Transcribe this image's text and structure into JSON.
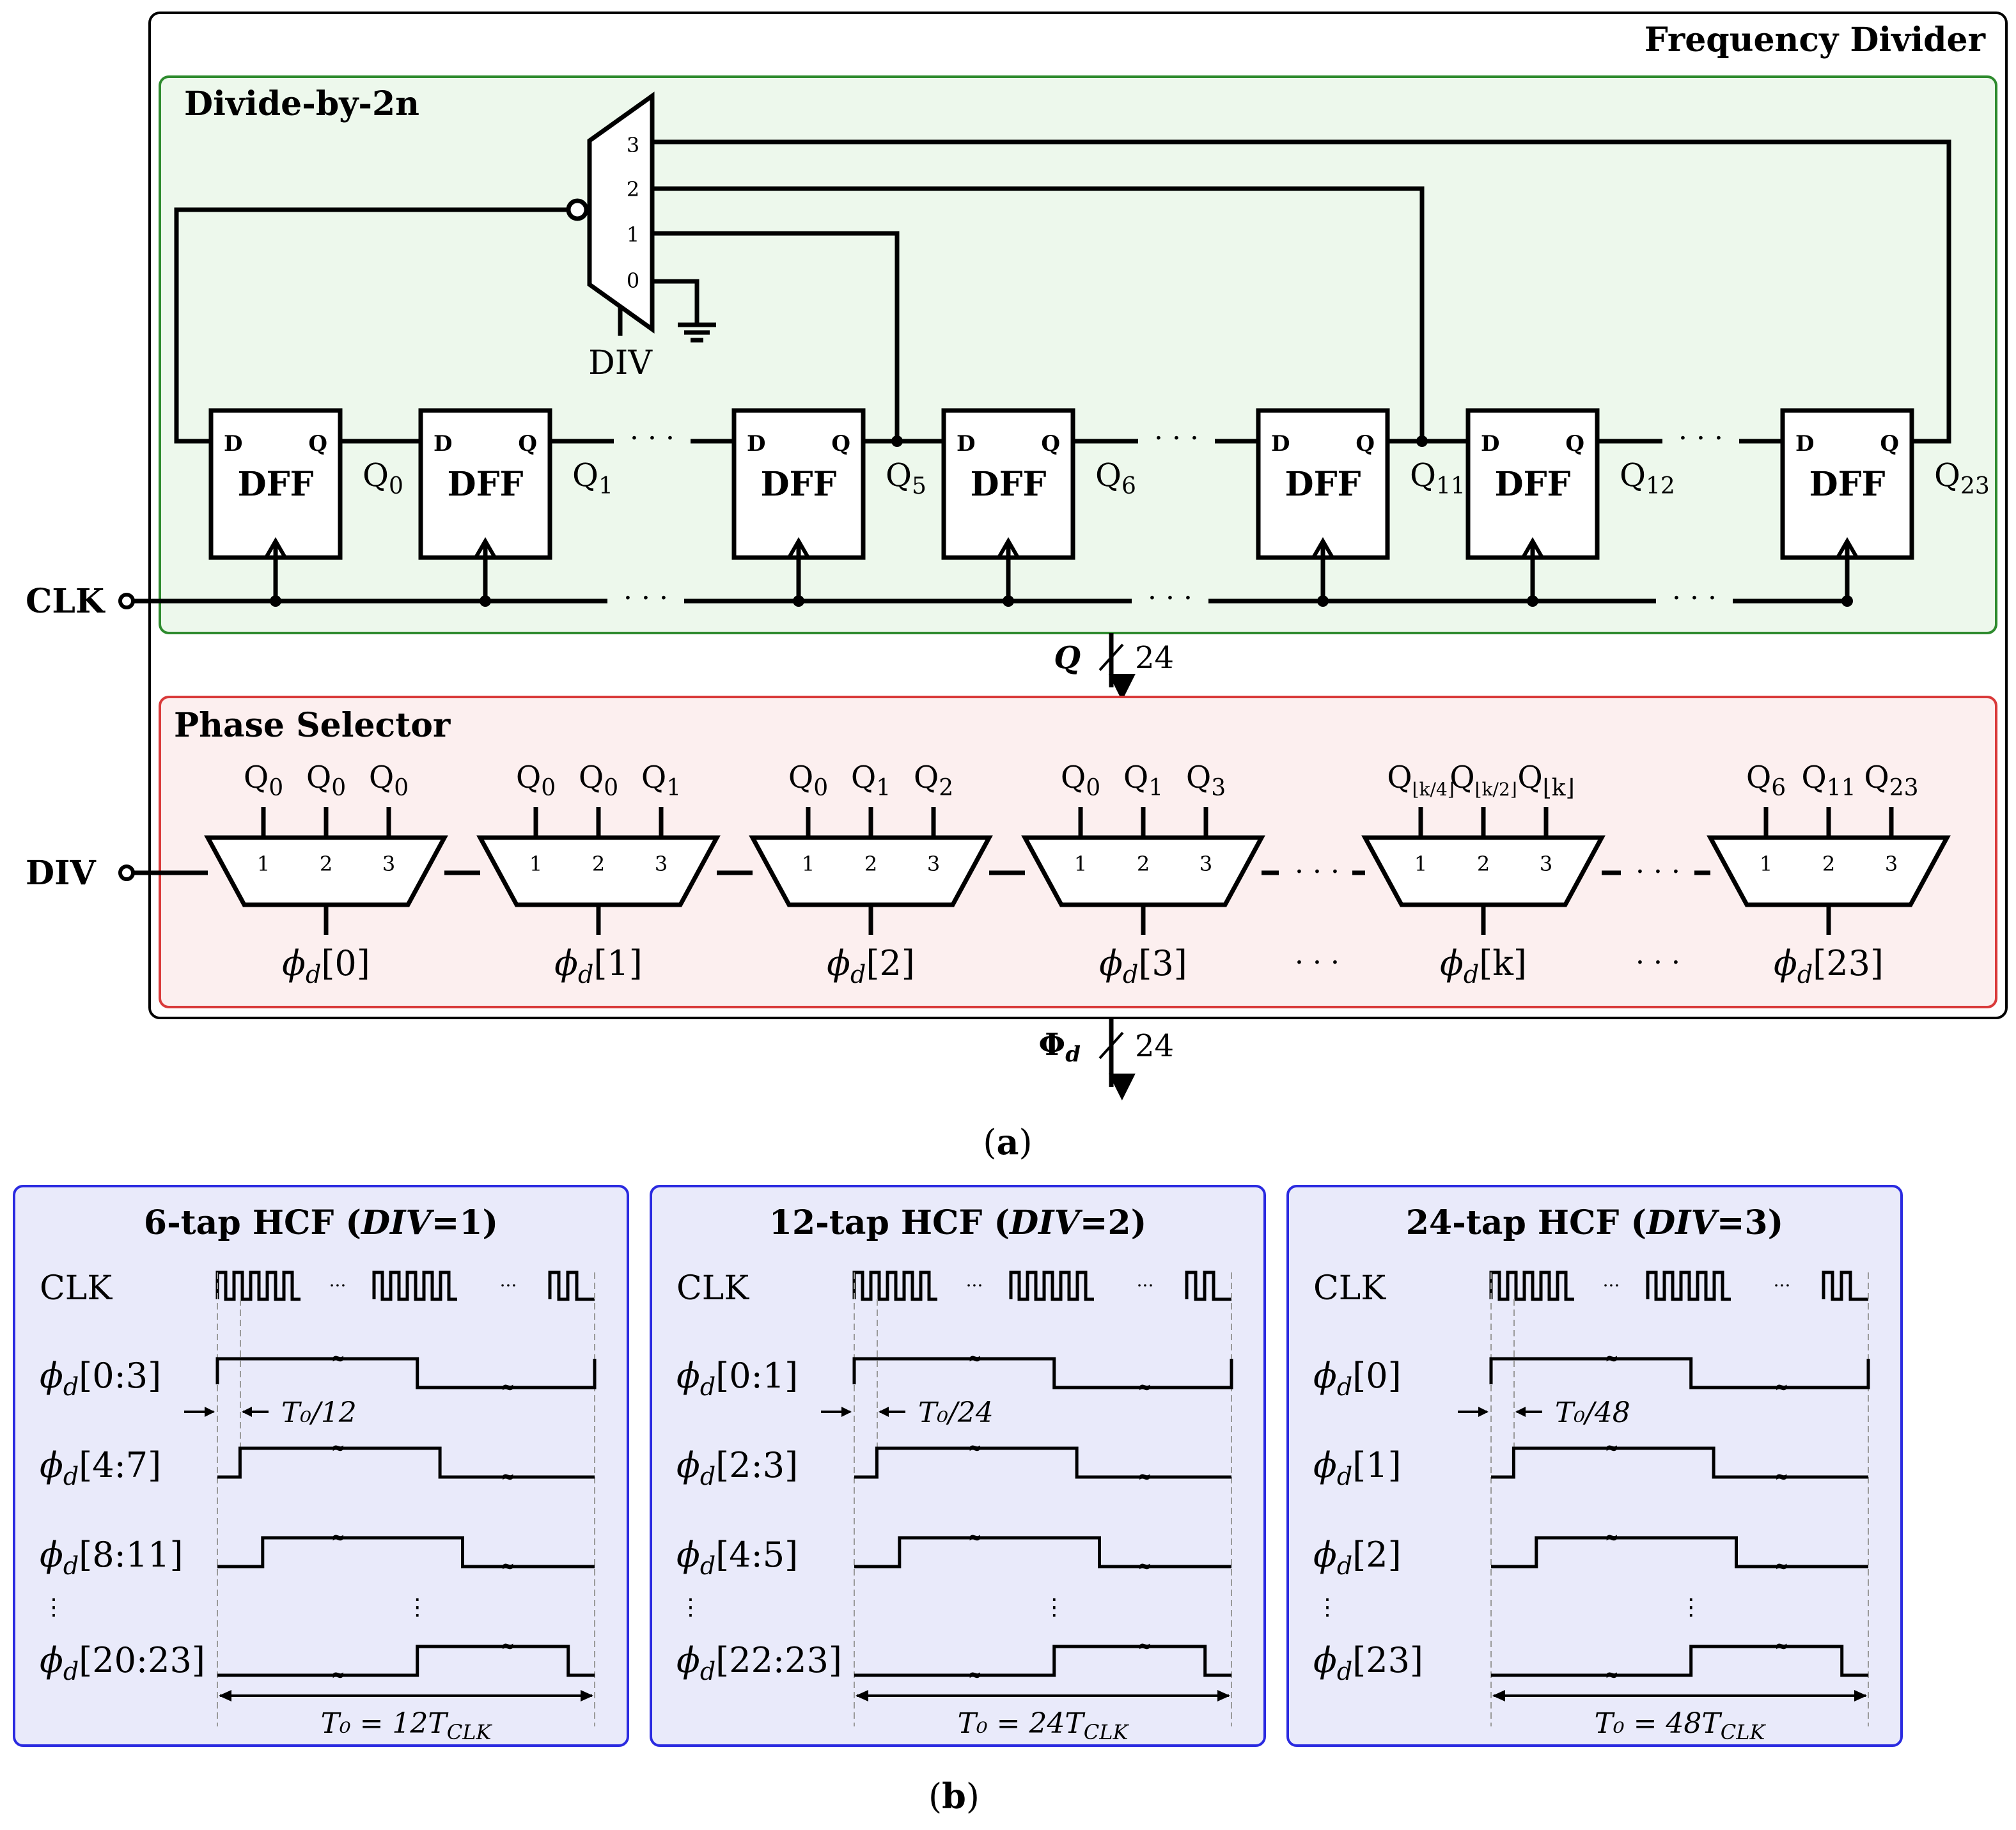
{
  "figure_a": {
    "frame_title": "Frequency Divider",
    "divider_title": "Divide-by-2n",
    "selector_title": "Phase Selector",
    "caption": "(a)",
    "clk_label": "CLK",
    "div_label": "DIV",
    "mux_div_label": "DIV",
    "mux_inputs": [
      "3",
      "2",
      "1",
      "0"
    ],
    "dff_label": "DFF",
    "dff_d": "D",
    "dff_q": "Q",
    "dff_outputs": [
      {
        "name": "Q",
        "sub": "0"
      },
      {
        "name": "Q",
        "sub": "1"
      },
      {
        "name": "Q",
        "sub": "5"
      },
      {
        "name": "Q",
        "sub": "6"
      },
      {
        "name": "Q",
        "sub": "11"
      },
      {
        "name": "Q",
        "sub": "12"
      },
      {
        "name": "Q",
        "sub": "23"
      }
    ],
    "ellipsis": "· · ·",
    "bus_q": {
      "label": "Q",
      "width": "24"
    },
    "bus_phi": {
      "label": "Φ",
      "sub": "d",
      "width": "24"
    },
    "selectors": [
      {
        "inputs": [
          {
            "n": "Q",
            "s": "0"
          },
          {
            "n": "Q",
            "s": "0"
          },
          {
            "n": "Q",
            "s": "0"
          }
        ],
        "pins": [
          "1",
          "2",
          "3"
        ],
        "out": "[0]"
      },
      {
        "inputs": [
          {
            "n": "Q",
            "s": "0"
          },
          {
            "n": "Q",
            "s": "0"
          },
          {
            "n": "Q",
            "s": "1"
          }
        ],
        "pins": [
          "1",
          "2",
          "3"
        ],
        "out": "[1]"
      },
      {
        "inputs": [
          {
            "n": "Q",
            "s": "0"
          },
          {
            "n": "Q",
            "s": "1"
          },
          {
            "n": "Q",
            "s": "2"
          }
        ],
        "pins": [
          "1",
          "2",
          "3"
        ],
        "out": "[2]"
      },
      {
        "inputs": [
          {
            "n": "Q",
            "s": "0"
          },
          {
            "n": "Q",
            "s": "1"
          },
          {
            "n": "Q",
            "s": "3"
          }
        ],
        "pins": [
          "1",
          "2",
          "3"
        ],
        "out": "[3]"
      },
      {
        "inputs": [
          {
            "n": "Q",
            "s": "⌊k/4⌋"
          },
          {
            "n": "Q",
            "s": "⌊k/2⌋"
          },
          {
            "n": "Q",
            "s": "⌊k⌋"
          }
        ],
        "pins": [
          "1",
          "2",
          "3"
        ],
        "out": "[k]"
      },
      {
        "inputs": [
          {
            "n": "Q",
            "s": "6"
          },
          {
            "n": "Q",
            "s": "11"
          },
          {
            "n": "Q",
            "s": "23"
          }
        ],
        "pins": [
          "1",
          "2",
          "3"
        ],
        "out": "[23]"
      }
    ],
    "phi_symbol": "ϕ",
    "phi_sub": "d"
  },
  "figure_b": {
    "caption": "(b)",
    "vdots": "⋮",
    "dots": "· · ·",
    "panels": [
      {
        "title_pre": "6-tap HCF (",
        "title_var": "DIV",
        "title_post": "=1)",
        "clk": "CLK",
        "rows": [
          "[0:3]",
          "[4:7]",
          "[8:11]",
          "[20:23]"
        ],
        "delay": "T₀/12",
        "period": "T₀ = 12T",
        "period_sub": "CLK"
      },
      {
        "title_pre": "12-tap HCF (",
        "title_var": "DIV",
        "title_post": "=2)",
        "clk": "CLK",
        "rows": [
          "[0:1]",
          "[2:3]",
          "[4:5]",
          "[22:23]"
        ],
        "delay": "T₀/24",
        "period": "T₀ = 24T",
        "period_sub": "CLK"
      },
      {
        "title_pre": "24-tap HCF (",
        "title_var": "DIV",
        "title_post": "=3)",
        "clk": "CLK",
        "rows": [
          "[0]",
          "[1]",
          "[2]",
          "[23]"
        ],
        "delay": "T₀/48",
        "period": "T₀ = 48T",
        "period_sub": "CLK"
      }
    ]
  },
  "colors": {
    "divider_fill": "#edf8ec",
    "divider_stroke": "#2e8b2e",
    "selector_fill": "#fcefef",
    "selector_stroke": "#d93a3a",
    "panel_fill": "#e9eafa",
    "panel_stroke": "#2a2ae0"
  }
}
